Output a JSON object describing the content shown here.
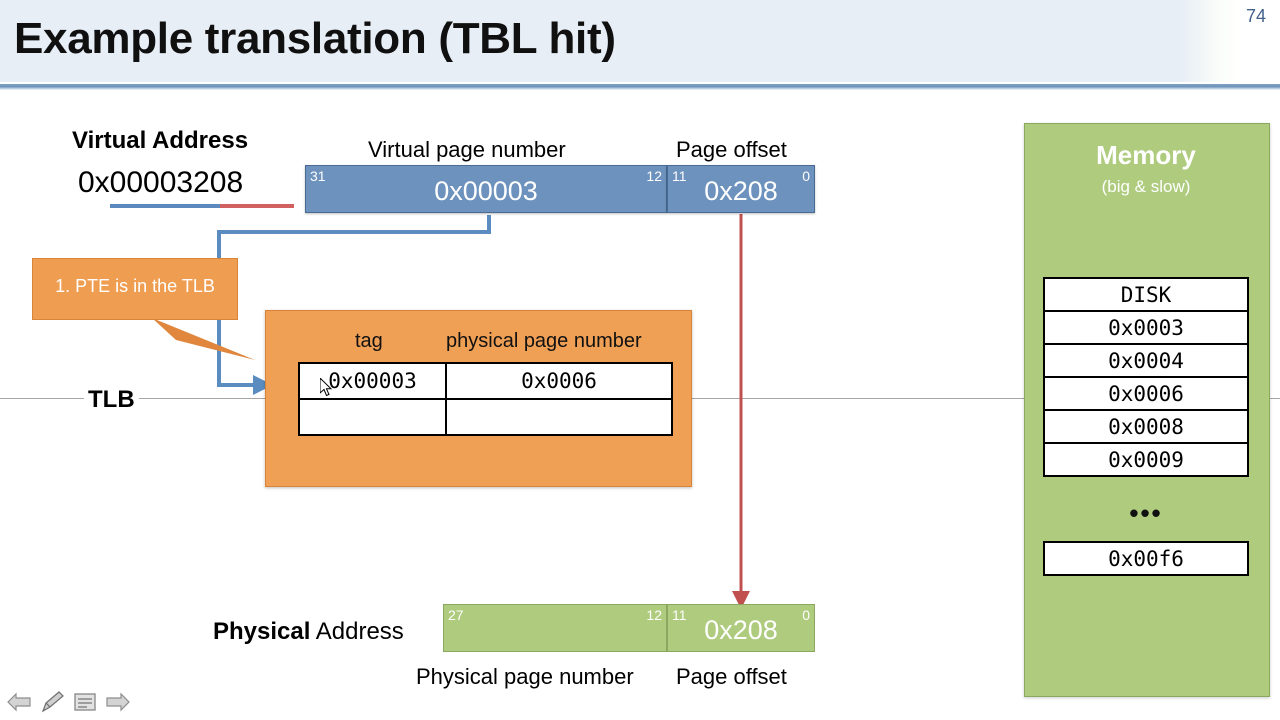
{
  "slide": {
    "title": "Example translation (TBL hit)",
    "page_number": "74",
    "accent_blue": "#6d92bd",
    "accent_orange": "#f0a055",
    "accent_green": "#aecb7e",
    "accent_red": "#c0504d"
  },
  "virtual_address": {
    "label": "Virtual Address",
    "value": "0x00003208",
    "vpn_caption": "Virtual page number",
    "offset_caption": "Page offset",
    "vpn": {
      "value": "0x00003",
      "bit_high": "31",
      "bit_low": "12"
    },
    "offset": {
      "value": "0x208",
      "bit_high": "11",
      "bit_low": "0"
    }
  },
  "callout": {
    "text": "1. PTE is in the TLB"
  },
  "tlb": {
    "label": "TLB",
    "columns": [
      "tag",
      "physical page number"
    ],
    "rows": [
      {
        "tag": "0x00003",
        "ppn": "0x0006"
      },
      {
        "tag": "",
        "ppn": ""
      }
    ]
  },
  "memory": {
    "title": "Memory",
    "subtitle": "(big & slow)",
    "header": "DISK",
    "entries": [
      "0x0003",
      "0x0004",
      "0x0006",
      "0x0008",
      "0x0009"
    ],
    "ellipsis": "•••",
    "last_entry": "0x00f6"
  },
  "physical_address": {
    "label_bold": "Physical",
    "label_rest": " Address",
    "ppn_caption": "Physical page number",
    "offset_caption": "Page offset",
    "ppn": {
      "value": "",
      "bit_high": "27",
      "bit_low": "12"
    },
    "offset": {
      "value": "0x208",
      "bit_high": "11",
      "bit_low": "0"
    }
  },
  "toolbar": {
    "back": "back-arrow",
    "pen": "pen",
    "menu": "menu",
    "forward": "forward-arrow"
  }
}
